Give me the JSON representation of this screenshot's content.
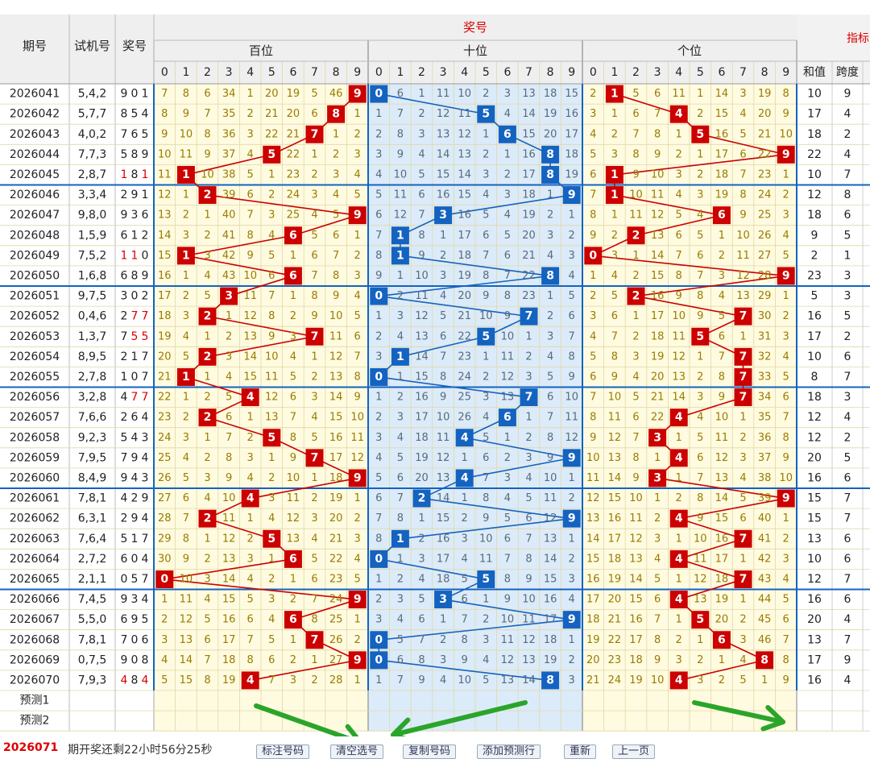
{
  "header": {
    "issue": "期号",
    "trial": "试机号",
    "award": "奖号",
    "award_group": "奖号",
    "hundreds": "百位",
    "tens": "十位",
    "ones": "个位",
    "indicator": "指标区",
    "sum": "和值",
    "span": "跨度",
    "digits": [
      "0",
      "1",
      "2",
      "3",
      "4",
      "5",
      "6",
      "7",
      "8",
      "9"
    ]
  },
  "predict_labels": [
    "预测1",
    "预测2"
  ],
  "footer": {
    "issue": "2026071",
    "text": "期开奖还剩22小时56分25秒",
    "buttons": [
      "标注号码",
      "清空选号",
      "复制号码",
      "添加预测行",
      "重新",
      "上一页"
    ]
  },
  "colors": {
    "red": "#cc0000",
    "blue": "#1463c0",
    "yellow_bg": "#fffbe0",
    "blue_bg": "#dcebf9",
    "grid": "#e0d8a8"
  },
  "chart_data": {
    "type": "table",
    "rows": [
      {
        "issue": "2026041",
        "trial": "5,4,2",
        "award": "9 0 1",
        "hm": [
          7,
          8,
          6,
          34,
          1,
          20,
          19,
          5,
          46,
          0
        ],
        "tn": [
          0,
          6,
          1,
          11,
          10,
          2,
          3,
          13,
          18,
          15
        ],
        "on": [
          2,
          0,
          5,
          6,
          11,
          1,
          14,
          3,
          19,
          8
        ],
        "sum": 10,
        "span": 9
      },
      {
        "issue": "2026042",
        "trial": "5,7,7",
        "award": "8 5 4",
        "hm": [
          8,
          9,
          7,
          35,
          2,
          21,
          20,
          6,
          0,
          1
        ],
        "tn": [
          1,
          7,
          2,
          12,
          11,
          0,
          4,
          14,
          19,
          16
        ],
        "on": [
          3,
          1,
          6,
          7,
          0,
          2,
          15,
          4,
          20,
          9
        ],
        "sum": 17,
        "span": 4
      },
      {
        "issue": "2026043",
        "trial": "4,0,2",
        "award": "7 6 5",
        "hm": [
          9,
          10,
          8,
          36,
          3,
          22,
          21,
          0,
          1,
          2
        ],
        "tn": [
          2,
          8,
          3,
          13,
          12,
          1,
          0,
          15,
          20,
          17
        ],
        "on": [
          4,
          2,
          7,
          8,
          1,
          0,
          16,
          5,
          21,
          10
        ],
        "sum": 18,
        "span": 2
      },
      {
        "issue": "2026044",
        "trial": "7,7,3",
        "award": "5 8 9",
        "hm": [
          10,
          11,
          9,
          37,
          4,
          0,
          22,
          1,
          2,
          3
        ],
        "tn": [
          3,
          9,
          4,
          14,
          13,
          2,
          1,
          16,
          0,
          18
        ],
        "on": [
          5,
          3,
          8,
          9,
          2,
          1,
          17,
          6,
          22,
          0
        ],
        "sum": 22,
        "span": 4
      },
      {
        "issue": "2026045",
        "trial": "2,8,7",
        "award": "1 8 1",
        "hm": [
          11,
          0,
          10,
          38,
          5,
          1,
          23,
          2,
          3,
          4
        ],
        "tn": [
          4,
          10,
          5,
          15,
          14,
          3,
          2,
          17,
          0,
          19
        ],
        "on": [
          6,
          0,
          9,
          10,
          3,
          2,
          18,
          7,
          23,
          1
        ],
        "sum": 10,
        "span": 7
      },
      {
        "issue": "2026046",
        "trial": "3,3,4",
        "award": "2 9 1",
        "hm": [
          12,
          1,
          0,
          39,
          6,
          2,
          24,
          3,
          4,
          5
        ],
        "tn": [
          5,
          11,
          6,
          16,
          15,
          4,
          3,
          18,
          1,
          0
        ],
        "on": [
          7,
          0,
          10,
          11,
          4,
          3,
          19,
          8,
          24,
          2
        ],
        "sum": 12,
        "span": 8
      },
      {
        "issue": "2026047",
        "trial": "9,8,0",
        "award": "9 3 6",
        "hm": [
          13,
          2,
          1,
          40,
          7,
          3,
          25,
          4,
          5,
          0
        ],
        "tn": [
          6,
          12,
          7,
          0,
          16,
          5,
          4,
          19,
          2,
          1
        ],
        "on": [
          8,
          1,
          11,
          12,
          5,
          4,
          0,
          9,
          25,
          3
        ],
        "sum": 18,
        "span": 6
      },
      {
        "issue": "2026048",
        "trial": "1,5,9",
        "award": "6 1 2",
        "hm": [
          14,
          3,
          2,
          41,
          8,
          4,
          0,
          5,
          6,
          1
        ],
        "tn": [
          7,
          0,
          8,
          1,
          17,
          6,
          5,
          20,
          3,
          2
        ],
        "on": [
          9,
          2,
          0,
          13,
          6,
          5,
          1,
          10,
          26,
          4
        ],
        "sum": 9,
        "span": 5
      },
      {
        "issue": "2026049",
        "trial": "7,5,2",
        "award": "1 1 0",
        "hm": [
          15,
          0,
          3,
          42,
          9,
          5,
          1,
          6,
          7,
          2
        ],
        "tn": [
          8,
          0,
          9,
          2,
          18,
          7,
          6,
          21,
          4,
          3
        ],
        "on": [
          0,
          3,
          1,
          14,
          7,
          6,
          2,
          11,
          27,
          5
        ],
        "sum": 2,
        "span": 1
      },
      {
        "issue": "2026050",
        "trial": "1,6,8",
        "award": "6 8 9",
        "hm": [
          16,
          1,
          4,
          43,
          10,
          6,
          0,
          7,
          8,
          3
        ],
        "tn": [
          9,
          1,
          10,
          3,
          19,
          8,
          7,
          22,
          0,
          4
        ],
        "on": [
          1,
          4,
          2,
          15,
          8,
          7,
          3,
          12,
          28,
          0
        ],
        "sum": 23,
        "span": 3
      },
      {
        "issue": "2026051",
        "trial": "9,7,5",
        "award": "3 0 2",
        "hm": [
          17,
          2,
          5,
          0,
          11,
          7,
          1,
          8,
          9,
          4
        ],
        "tn": [
          0,
          2,
          11,
          4,
          20,
          9,
          8,
          23,
          1,
          5
        ],
        "on": [
          2,
          5,
          0,
          16,
          9,
          8,
          4,
          13,
          29,
          1
        ],
        "sum": 5,
        "span": 3
      },
      {
        "issue": "2026052",
        "trial": "0,4,6",
        "award": "2 7 7",
        "hm": [
          18,
          3,
          0,
          1,
          12,
          8,
          2,
          9,
          10,
          5
        ],
        "tn": [
          1,
          3,
          12,
          5,
          21,
          10,
          9,
          0,
          2,
          6
        ],
        "on": [
          3,
          6,
          1,
          17,
          10,
          9,
          5,
          0,
          30,
          2
        ],
        "sum": 16,
        "span": 5
      },
      {
        "issue": "2026053",
        "trial": "1,3,7",
        "award": "7 5 5",
        "hm": [
          19,
          4,
          1,
          2,
          13,
          9,
          3,
          0,
          11,
          6
        ],
        "tn": [
          2,
          4,
          13,
          6,
          22,
          0,
          10,
          1,
          3,
          7
        ],
        "on": [
          4,
          7,
          2,
          18,
          11,
          0,
          6,
          1,
          31,
          3
        ],
        "sum": 17,
        "span": 2
      },
      {
        "issue": "2026054",
        "trial": "8,9,5",
        "award": "2 1 7",
        "hm": [
          20,
          5,
          0,
          3,
          14,
          10,
          4,
          1,
          12,
          7
        ],
        "tn": [
          3,
          0,
          14,
          7,
          23,
          1,
          11,
          2,
          4,
          8
        ],
        "on": [
          5,
          8,
          3,
          19,
          12,
          1,
          7,
          0,
          32,
          4
        ],
        "sum": 10,
        "span": 6
      },
      {
        "issue": "2026055",
        "trial": "2,7,8",
        "award": "1 0 7",
        "hm": [
          21,
          0,
          1,
          4,
          15,
          11,
          5,
          2,
          13,
          8
        ],
        "tn": [
          0,
          1,
          15,
          8,
          24,
          2,
          12,
          3,
          5,
          9
        ],
        "on": [
          6,
          9,
          4,
          20,
          13,
          2,
          8,
          0,
          33,
          5
        ],
        "sum": 8,
        "span": 7
      },
      {
        "issue": "2026056",
        "trial": "3,2,8",
        "award": "4 7 7",
        "hm": [
          22,
          1,
          2,
          5,
          0,
          12,
          6,
          3,
          14,
          9
        ],
        "tn": [
          1,
          2,
          16,
          9,
          25,
          3,
          13,
          0,
          6,
          10
        ],
        "on": [
          7,
          10,
          5,
          21,
          14,
          3,
          9,
          0,
          34,
          6
        ],
        "sum": 18,
        "span": 3
      },
      {
        "issue": "2026057",
        "trial": "7,6,6",
        "award": "2 6 4",
        "hm": [
          23,
          2,
          0,
          6,
          1,
          13,
          7,
          4,
          15,
          10
        ],
        "tn": [
          2,
          3,
          17,
          10,
          26,
          4,
          0,
          1,
          7,
          11
        ],
        "on": [
          8,
          11,
          6,
          22,
          0,
          4,
          10,
          1,
          35,
          7
        ],
        "sum": 12,
        "span": 4
      },
      {
        "issue": "2026058",
        "trial": "9,2,3",
        "award": "5 4 3",
        "hm": [
          24,
          3,
          1,
          7,
          2,
          0,
          8,
          5,
          16,
          11
        ],
        "tn": [
          3,
          4,
          18,
          11,
          0,
          5,
          1,
          2,
          8,
          12
        ],
        "on": [
          9,
          12,
          7,
          0,
          1,
          5,
          11,
          2,
          36,
          8
        ],
        "sum": 12,
        "span": 2
      },
      {
        "issue": "2026059",
        "trial": "7,9,5",
        "award": "7 9 4",
        "hm": [
          25,
          4,
          2,
          8,
          3,
          1,
          9,
          0,
          17,
          12
        ],
        "tn": [
          4,
          5,
          19,
          12,
          1,
          6,
          2,
          3,
          9,
          0
        ],
        "on": [
          10,
          13,
          8,
          1,
          0,
          6,
          12,
          3,
          37,
          9
        ],
        "sum": 20,
        "span": 5
      },
      {
        "issue": "2026060",
        "trial": "8,4,9",
        "award": "9 4 3",
        "hm": [
          26,
          5,
          3,
          9,
          4,
          2,
          10,
          1,
          18,
          0
        ],
        "tn": [
          5,
          6,
          20,
          13,
          0,
          7,
          3,
          4,
          10,
          1
        ],
        "on": [
          11,
          14,
          9,
          0,
          1,
          7,
          13,
          4,
          38,
          10
        ],
        "sum": 16,
        "span": 6
      },
      {
        "issue": "2026061",
        "trial": "7,8,1",
        "award": "4 2 9",
        "hm": [
          27,
          6,
          4,
          10,
          0,
          3,
          11,
          2,
          19,
          1
        ],
        "tn": [
          6,
          7,
          0,
          14,
          1,
          8,
          4,
          5,
          11,
          2
        ],
        "on": [
          12,
          15,
          10,
          1,
          2,
          8,
          14,
          5,
          39,
          0
        ],
        "sum": 15,
        "span": 7
      },
      {
        "issue": "2026062",
        "trial": "6,3,1",
        "award": "2 9 4",
        "hm": [
          28,
          7,
          0,
          11,
          1,
          4,
          12,
          3,
          20,
          2
        ],
        "tn": [
          7,
          8,
          1,
          15,
          2,
          9,
          5,
          6,
          12,
          0
        ],
        "on": [
          13,
          16,
          11,
          2,
          0,
          9,
          15,
          6,
          40,
          1
        ],
        "sum": 15,
        "span": 7
      },
      {
        "issue": "2026063",
        "trial": "7,6,4",
        "award": "5 1 7",
        "hm": [
          29,
          8,
          1,
          12,
          2,
          0,
          13,
          4,
          21,
          3
        ],
        "tn": [
          8,
          0,
          2,
          16,
          3,
          10,
          6,
          7,
          13,
          1
        ],
        "on": [
          14,
          17,
          12,
          3,
          1,
          10,
          16,
          0,
          41,
          2
        ],
        "sum": 13,
        "span": 6
      },
      {
        "issue": "2026064",
        "trial": "2,7,2",
        "award": "6 0 4",
        "hm": [
          30,
          9,
          2,
          13,
          3,
          1,
          0,
          5,
          22,
          4
        ],
        "tn": [
          0,
          1,
          3,
          17,
          4,
          11,
          7,
          8,
          14,
          2
        ],
        "on": [
          15,
          18,
          13,
          4,
          0,
          11,
          17,
          1,
          42,
          3
        ],
        "sum": 10,
        "span": 6
      },
      {
        "issue": "2026065",
        "trial": "2,1,1",
        "award": "0 5 7",
        "hm": [
          0,
          10,
          3,
          14,
          4,
          2,
          1,
          6,
          23,
          5
        ],
        "tn": [
          1,
          2,
          4,
          18,
          5,
          0,
          8,
          9,
          15,
          3
        ],
        "on": [
          16,
          19,
          14,
          5,
          1,
          12,
          18,
          0,
          43,
          4
        ],
        "sum": 12,
        "span": 7
      },
      {
        "issue": "2026066",
        "trial": "7,4,5",
        "award": "9 3 4",
        "hm": [
          1,
          11,
          4,
          15,
          5,
          3,
          2,
          7,
          24,
          0
        ],
        "tn": [
          2,
          3,
          5,
          0,
          6,
          1,
          9,
          10,
          16,
          4
        ],
        "on": [
          17,
          20,
          15,
          6,
          0,
          13,
          19,
          1,
          44,
          5
        ],
        "sum": 16,
        "span": 6
      },
      {
        "issue": "2026067",
        "trial": "5,5,0",
        "award": "6 9 5",
        "hm": [
          2,
          12,
          5,
          16,
          6,
          4,
          0,
          8,
          25,
          1
        ],
        "tn": [
          3,
          4,
          6,
          1,
          7,
          2,
          10,
          11,
          17,
          0
        ],
        "on": [
          18,
          21,
          16,
          7,
          1,
          0,
          20,
          2,
          45,
          6
        ],
        "sum": 20,
        "span": 4
      },
      {
        "issue": "2026068",
        "trial": "7,8,1",
        "award": "7 0 6",
        "hm": [
          3,
          13,
          6,
          17,
          7,
          5,
          1,
          0,
          26,
          2
        ],
        "tn": [
          0,
          5,
          7,
          2,
          8,
          3,
          11,
          12,
          18,
          1
        ],
        "on": [
          19,
          22,
          17,
          8,
          2,
          1,
          0,
          3,
          46,
          7
        ],
        "sum": 13,
        "span": 7
      },
      {
        "issue": "2026069",
        "trial": "0,7,5",
        "award": "9 0 8",
        "hm": [
          4,
          14,
          7,
          18,
          8,
          6,
          2,
          1,
          27,
          0
        ],
        "tn": [
          0,
          6,
          8,
          3,
          9,
          4,
          12,
          13,
          19,
          2
        ],
        "on": [
          20,
          23,
          18,
          9,
          3,
          2,
          1,
          4,
          0,
          8
        ],
        "sum": 17,
        "span": 9
      },
      {
        "issue": "2026070",
        "trial": "7,9,3",
        "award": "4 8 4",
        "hm": [
          5,
          15,
          8,
          19,
          0,
          7,
          3,
          2,
          28,
          1
        ],
        "tn": [
          1,
          7,
          9,
          4,
          10,
          5,
          13,
          14,
          0,
          3
        ],
        "on": [
          21,
          24,
          19,
          10,
          0,
          3,
          2,
          5,
          1,
          9
        ],
        "sum": 16,
        "span": 4
      }
    ]
  }
}
